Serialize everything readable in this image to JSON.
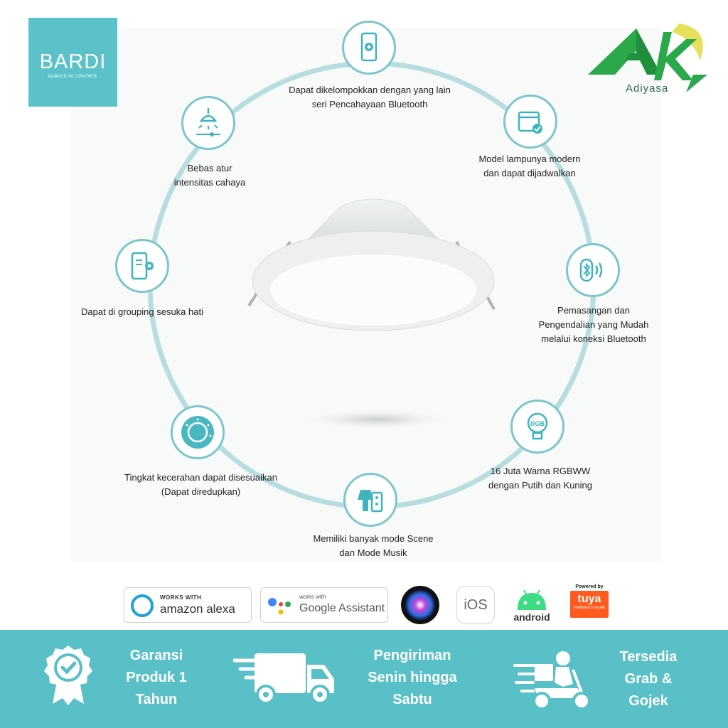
{
  "brand": {
    "name": "BARDI",
    "tagline": "ALWAYS IN CONTROL"
  },
  "dealer": {
    "name": "Adiyasa"
  },
  "features": [
    {
      "icon": "phone-gear-icon",
      "lines": [
        "Dapat dikelompokkan dengan yang lain",
        "seri Pencahayaan Bluetooth"
      ]
    },
    {
      "icon": "calendar-check-icon",
      "lines": [
        "Model lampunya modern",
        "dan dapat dijadwalkan"
      ]
    },
    {
      "icon": "bluetooth-icon",
      "lines": [
        "Pemasangan dan",
        "Pengendalian yang Mudah",
        "melalui koneksi Bluetooth"
      ]
    },
    {
      "icon": "rgb-bulb-icon",
      "lines": [
        "16 Juta Warna RGBWW",
        "dengan Putih dan Kuning"
      ]
    },
    {
      "icon": "lamp-remote-icon",
      "lines": [
        "Memiliki banyak mode Scene",
        "dan Mode Musik"
      ]
    },
    {
      "icon": "dimmer-dial-icon",
      "lines": [
        "Tingkat kecerahan dapat disesuaikan",
        "(Dapat diredupkan)"
      ]
    },
    {
      "icon": "phone-settings-icon",
      "lines": [
        "Dapat di grouping sesuka hati"
      ]
    },
    {
      "icon": "ceiling-lamp-icon",
      "lines": [
        "Bebas atur",
        "intensitas cahaya"
      ]
    }
  ],
  "compatibility": {
    "alexa": {
      "top": "WORKS WITH",
      "bottom": "amazon alexa"
    },
    "google": {
      "top": "works with",
      "bottom": "Google Assistant"
    },
    "ios": "iOS",
    "android": "android",
    "tuya": {
      "top": "Powered by",
      "brand": "tuya",
      "bottom": "Intelligence Inside"
    }
  },
  "footer": [
    {
      "icon": "warranty-badge-icon",
      "lines": [
        "Garansi",
        "Produk 1",
        "Tahun"
      ]
    },
    {
      "icon": "delivery-truck-icon",
      "lines": [
        "Pengiriman",
        "Senin hingga",
        "Sabtu"
      ]
    },
    {
      "icon": "scooter-courier-icon",
      "lines": [
        "Tersedia",
        "Grab &",
        "Gojek"
      ]
    }
  ],
  "colors": {
    "accent": "#59c0c8",
    "ring": "#b7dde0",
    "dealer_green": "#2aa84a"
  }
}
